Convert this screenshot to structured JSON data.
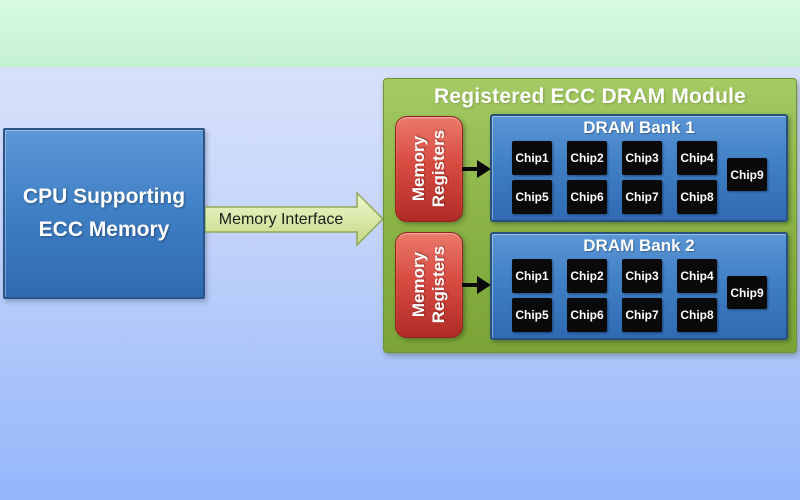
{
  "cpu": {
    "label_line1": "CPU Supporting",
    "label_line2": "ECC Memory"
  },
  "interface_arrow": {
    "label": "Memory Interface"
  },
  "module": {
    "title": "Registered ECC DRAM Module",
    "registers": [
      {
        "label_line1": "Memory",
        "label_line2": "Registers"
      },
      {
        "label_line1": "Memory",
        "label_line2": "Registers"
      }
    ],
    "banks": [
      {
        "title": "DRAM Bank 1",
        "chips": [
          "Chip1",
          "Chip2",
          "Chip3",
          "Chip4",
          "Chip5",
          "Chip6",
          "Chip7",
          "Chip8",
          "Chip9"
        ]
      },
      {
        "title": "DRAM Bank 2",
        "chips": [
          "Chip1",
          "Chip2",
          "Chip3",
          "Chip4",
          "Chip5",
          "Chip6",
          "Chip7",
          "Chip8",
          "Chip9"
        ]
      }
    ]
  },
  "colors": {
    "banner_mint": "#ccf5d7",
    "background_blue": "#94b7fb",
    "box_blue": "#4181c6",
    "panel_green": "#8db648",
    "register_red": "#d84b41",
    "chip_black": "#0a0a0a",
    "arrow_fill": "#dcedab"
  }
}
